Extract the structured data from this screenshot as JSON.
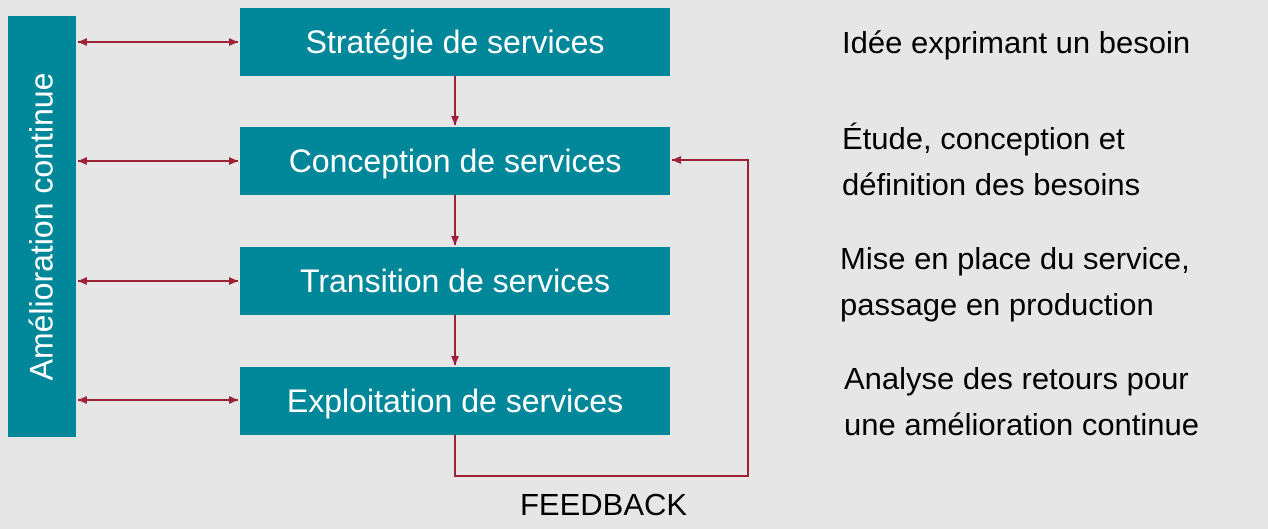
{
  "diagram": {
    "side_label": "Amélioration continue",
    "stages": [
      {
        "label": "Stratégie de services"
      },
      {
        "label": "Conception de services"
      },
      {
        "label": "Transition de services"
      },
      {
        "label": "Exploitation de services"
      }
    ],
    "descriptions": [
      {
        "lines": [
          "Idée exprimant un besoin"
        ]
      },
      {
        "lines": [
          "Étude, conception et",
          "définition des besoins"
        ]
      },
      {
        "lines": [
          "Mise en place du service,",
          "passage en production"
        ]
      },
      {
        "lines": [
          "Analyse des retours pour",
          "une amélioration continue"
        ]
      }
    ],
    "feedback_label": "FEEDBACK",
    "colors": {
      "box_fill": "#00889a",
      "box_text": "#ffffff",
      "connector": "#9b2335",
      "background": "#e7e6e6"
    }
  }
}
